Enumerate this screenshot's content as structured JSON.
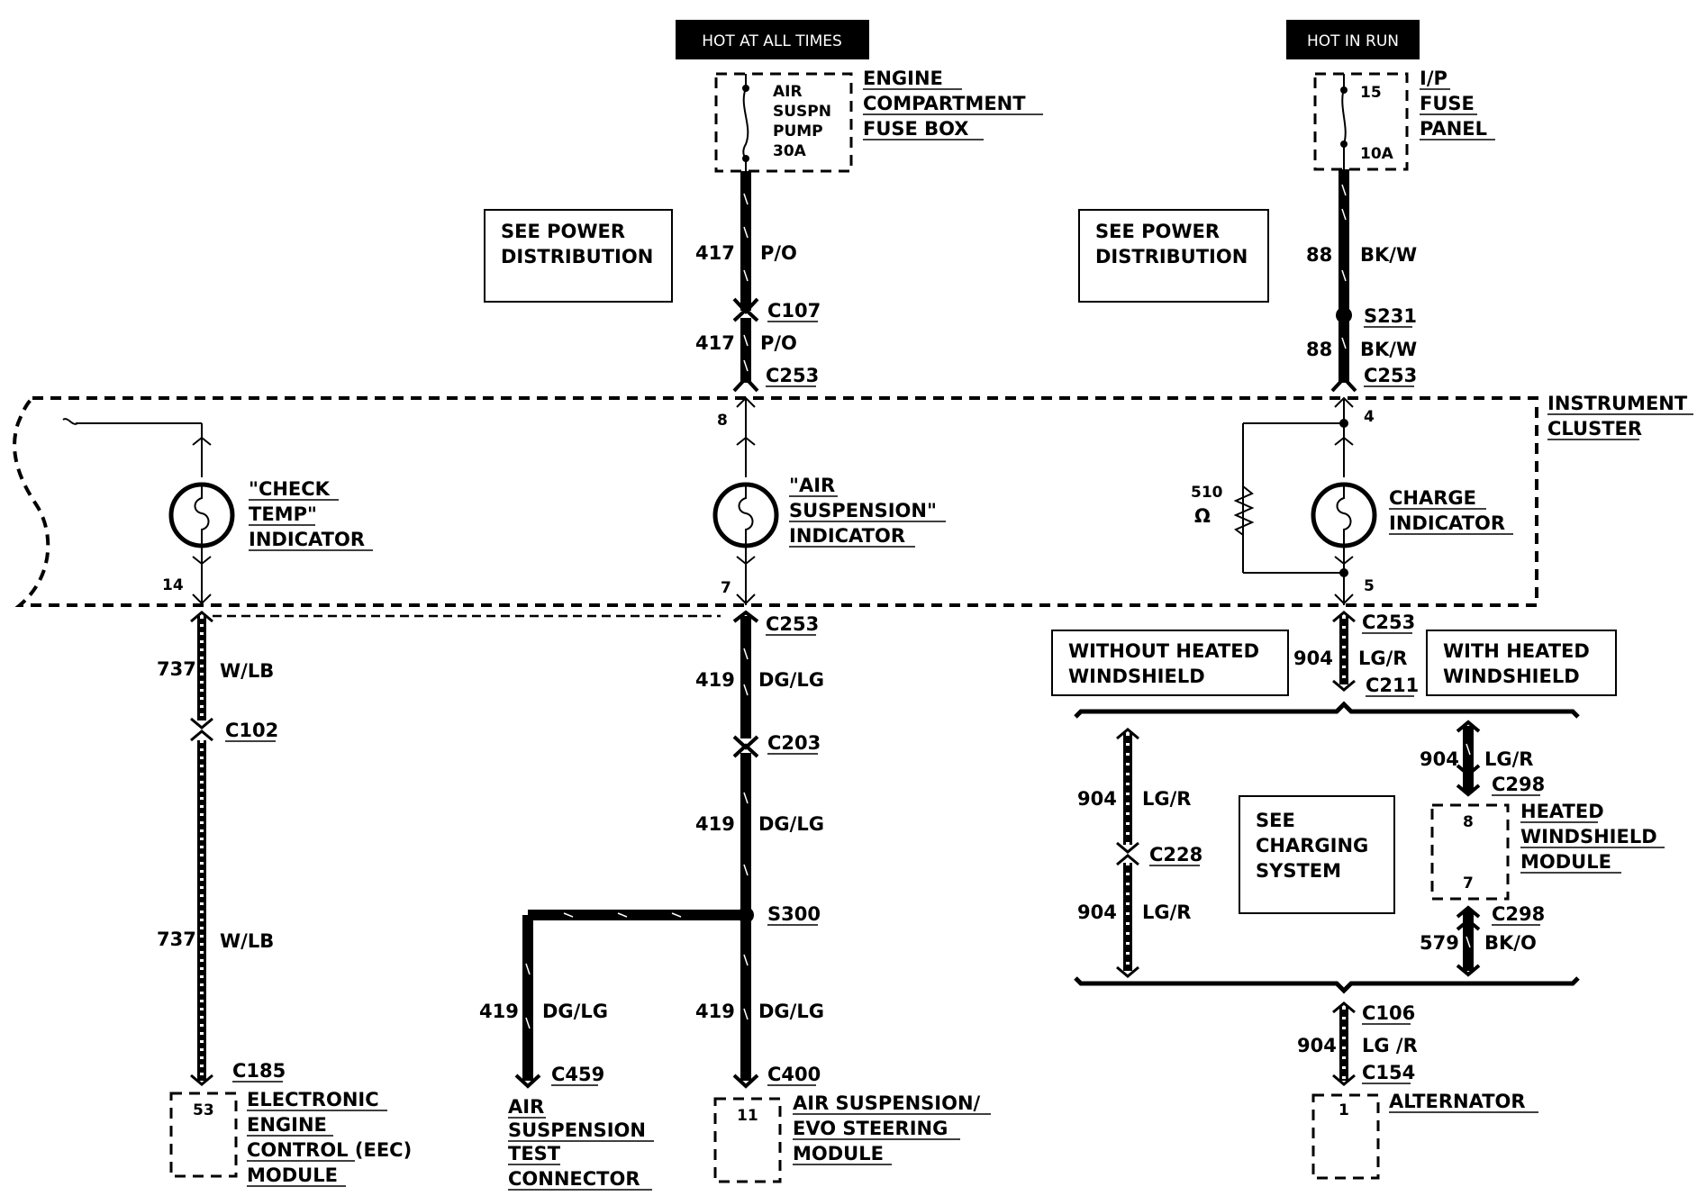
{
  "sources": {
    "hot_at_all_times": "HOT AT ALL TIMES",
    "hot_in_run": "HOT IN RUN"
  },
  "fuses": {
    "air_suspn_fuse": [
      "AIR",
      "SUSPN",
      "PUMP",
      "30A"
    ],
    "engine_fuse_box": [
      "ENGINE",
      "COMPARTMENT",
      "FUSE BOX"
    ],
    "ip_fuse_num": "15",
    "ip_fuse_amp": "10A",
    "ip_fuse_panel": [
      "I/P",
      "FUSE",
      "PANEL"
    ]
  },
  "notes": {
    "see_power_1": [
      "SEE POWER",
      "DISTRIBUTION"
    ],
    "see_power_2": [
      "SEE POWER",
      "DISTRIBUTION"
    ],
    "see_charging": [
      "SEE",
      "CHARGING",
      "SYSTEM"
    ],
    "without_heated": [
      "WITHOUT HEATED",
      "WINDSHIELD"
    ],
    "with_heated": [
      "WITH HEATED",
      "WINDSHIELD"
    ]
  },
  "cluster": {
    "label": [
      "INSTRUMENT",
      "CLUSTER"
    ],
    "check_temp": [
      "\"CHECK",
      "TEMP\"",
      "INDICATOR"
    ],
    "air_susp": [
      "\"AIR",
      "SUSPENSION\"",
      "INDICATOR"
    ],
    "charge": [
      "CHARGE",
      "INDICATOR"
    ],
    "resistor_value": "510",
    "resistor_unit": "Ω",
    "pins": {
      "p8": "8",
      "p7": "7",
      "p14": "14",
      "p4": "4",
      "p5": "5"
    }
  },
  "wires": {
    "w417a": {
      "num": "417",
      "color": "P/O"
    },
    "w417b": {
      "num": "417",
      "color": "P/O"
    },
    "w88a": {
      "num": "88",
      "color": "BK/W"
    },
    "w88b": {
      "num": "88",
      "color": "BK/W"
    },
    "w737a": {
      "num": "737",
      "color": "W/LB"
    },
    "w737b": {
      "num": "737",
      "color": "W/LB"
    },
    "w419a": {
      "num": "419",
      "color": "DG/LG"
    },
    "w419b": {
      "num": "419",
      "color": "DG/LG"
    },
    "w419c": {
      "num": "419",
      "color": "DG/LG"
    },
    "w419d": {
      "num": "419",
      "color": "DG/LG"
    },
    "w904a": {
      "num": "904",
      "color": "LG/R"
    },
    "w904b": {
      "num": "904",
      "color": "LG/R"
    },
    "w904c": {
      "num": "904",
      "color": "LG/R"
    },
    "w904d": {
      "num": "904",
      "color": "LG/R"
    },
    "w904e": {
      "num": "904",
      "color": "LG /R"
    },
    "w579": {
      "num": "579",
      "color": "BK/O"
    }
  },
  "connectors": {
    "c107": "C107",
    "c253a": "C253",
    "c253b": "C253",
    "c253c": "C253",
    "c253d": "C253",
    "s231": "S231",
    "c102": "C102",
    "c203": "C203",
    "s300": "S300",
    "c211": "C211",
    "c228": "C228",
    "c298a": "C298",
    "c298b": "C298",
    "c106": "C106",
    "c154": "C154",
    "c185": "C185",
    "c459": "C459",
    "c400": "C400"
  },
  "modules": {
    "eec": [
      "ELECTRONIC",
      "ENGINE",
      "CONTROL (EEC)",
      "MODULE"
    ],
    "eec_pin": "53",
    "test_conn": [
      "AIR",
      "SUSPENSION",
      "TEST",
      "CONNECTOR"
    ],
    "evo": [
      "AIR SUSPENSION/",
      "EVO STEERING",
      "MODULE"
    ],
    "evo_pin": "11",
    "heated": [
      "HEATED",
      "WINDSHIELD",
      "MODULE"
    ],
    "heated_pin_top": "8",
    "heated_pin_bottom": "7",
    "alternator": "ALTERNATOR",
    "alt_pin": "1"
  }
}
